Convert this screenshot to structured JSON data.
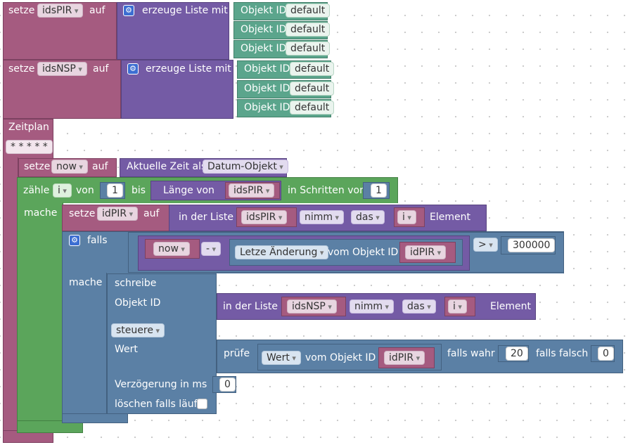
{
  "labels": {
    "setze": "setze",
    "auf": "auf",
    "create_list": "erzeuge Liste mit",
    "object_id": "Objekt ID",
    "schedule": "Zeitplan",
    "cron": "* * * * *",
    "current_time": "Aktuelle Zeit als",
    "count": "zähle",
    "from": "von",
    "to": "bis",
    "length_of": "Länge von",
    "in_steps_of": "in Schritten von",
    "do": "mache",
    "in_list": "in der Liste",
    "element": "Element",
    "if": "falls",
    "from_object_id": "vom Objekt ID",
    "write": "schreibe",
    "value": "Wert",
    "check": "prüfe",
    "if_true": "falls wahr",
    "if_false": "falls falsch",
    "delay_ms": "Verzögerung in ms",
    "clear_running": "löschen falls läuft"
  },
  "vars": {
    "idsPIR": "idsPIR",
    "idsNSP": "idsNSP",
    "now": "now",
    "i": "i",
    "idPIR": "idPIR"
  },
  "fields": {
    "default": "default",
    "datum_objekt": "Datum-Objekt",
    "from_num": "1",
    "step_num": "1",
    "nimm": "nimm",
    "das": "das",
    "minus": "-",
    "last_change": "Letze Änderung",
    "compare_op": ">",
    "threshold": "300000",
    "steuere": "steuere",
    "wert": "Wert",
    "true_val": "20",
    "false_val": "0",
    "delay_val": "0"
  }
}
